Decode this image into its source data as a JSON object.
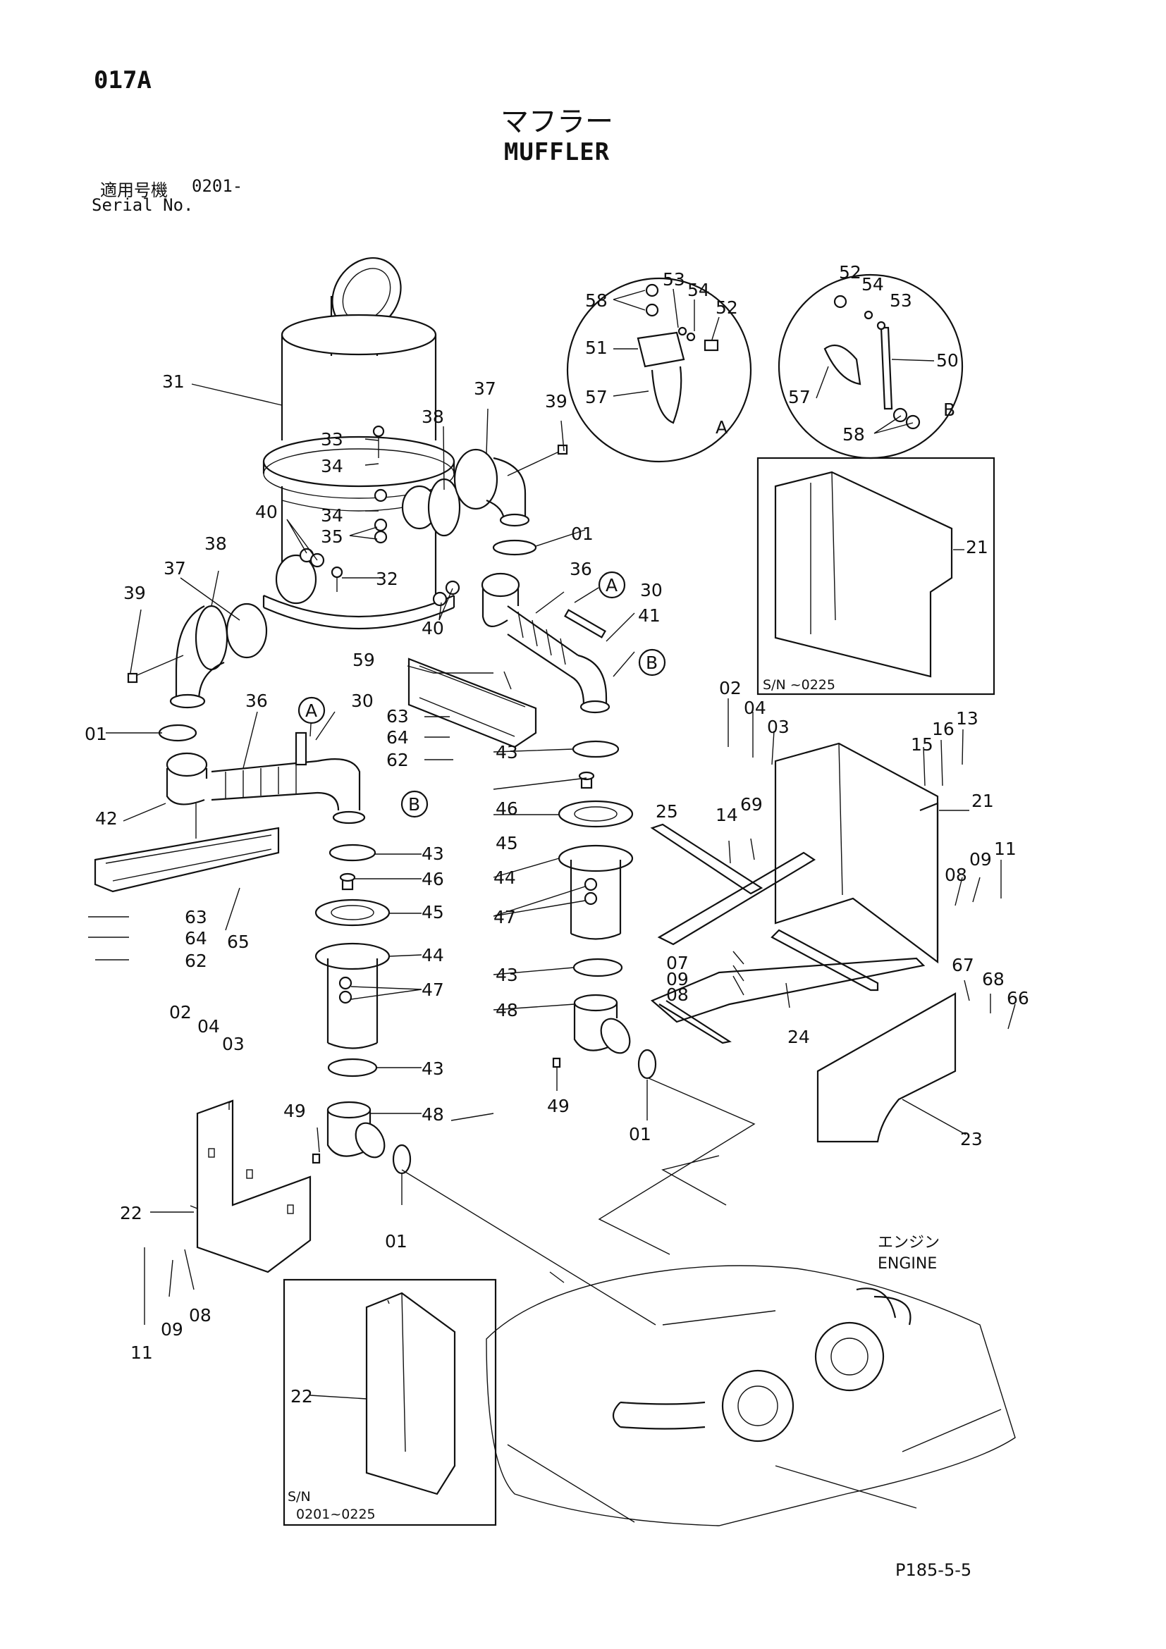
{
  "header": {
    "page_code": "017A",
    "title_jp": "マフラー",
    "title_en": "MUFFLER",
    "serial_label_jp": "適用号機",
    "serial_value": "0201-",
    "serial_label_en": "Serial No."
  },
  "detail_a": {
    "letter": "A",
    "labels": [
      "58",
      "53",
      "54",
      "52",
      "51",
      "57"
    ]
  },
  "detail_b": {
    "letter": "B",
    "labels": [
      "52",
      "54",
      "53",
      "50",
      "57",
      "58"
    ]
  },
  "inset_21": {
    "serial": "S/N ~0225",
    "label": "21"
  },
  "inset_22": {
    "serial_line1": "S/N",
    "serial_line2": "0201~0225",
    "label": "22"
  },
  "engine": {
    "label_jp": "エンジン",
    "label_en": "ENGINE"
  },
  "callouts": {
    "c31": "31",
    "c33": "33",
    "c34a": "34",
    "c34b": "34",
    "c35": "35",
    "c32": "32",
    "c38a": "38",
    "c37a": "37",
    "c39a": "39",
    "c40a": "40",
    "c38b": "38",
    "c37b": "37",
    "c39b": "39",
    "c01a": "01",
    "c36a": "36",
    "cAa": "A",
    "c30a": "30",
    "c41": "41",
    "cBa": "B",
    "c40b": "40",
    "c59": "59",
    "c63a": "63",
    "c64a": "64",
    "c62a": "62",
    "c43a": "43",
    "c46a": "46",
    "c45a": "45",
    "c44a": "44",
    "c47a": "47",
    "c43b": "43",
    "c48a": "48",
    "c49a": "49",
    "c01b": "01",
    "c01c": "01",
    "c36b": "36",
    "cAb": "A",
    "c30b": "30",
    "cBb": "B",
    "c42": "42",
    "c63b": "63",
    "c64b": "64",
    "c62b": "62",
    "c65": "65",
    "c43c": "43",
    "c46b": "46",
    "c45b": "45",
    "c44b": "44",
    "c47b": "47",
    "c43d": "43",
    "c48b": "48",
    "c49b": "49",
    "c01d": "01",
    "c02a": "02",
    "c04a": "04",
    "c03a": "03",
    "c22": "22",
    "c11a": "11",
    "c09a": "09",
    "c08a": "08",
    "c02b": "02",
    "c04b": "04",
    "c03b": "03",
    "c15": "15",
    "c16": "16",
    "c13": "13",
    "c21": "21",
    "c25": "25",
    "c14": "14",
    "c69": "69",
    "c08b": "08",
    "c09b": "09",
    "c11b": "11",
    "c07": "07",
    "c09c": "09",
    "c08c": "08",
    "c24": "24",
    "c67": "67",
    "c68": "68",
    "c66": "66",
    "c23": "23"
  },
  "footer": {
    "page_ref": "P185-5-5"
  }
}
